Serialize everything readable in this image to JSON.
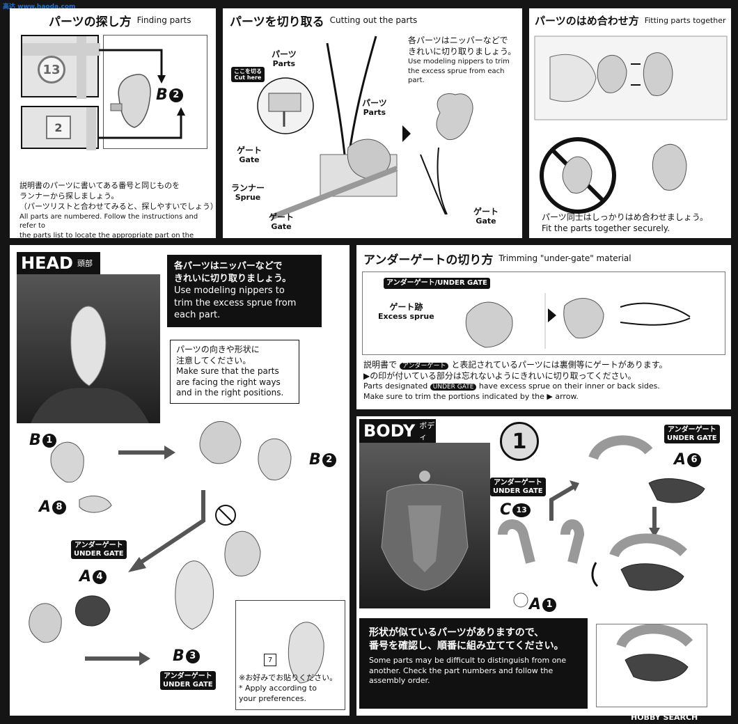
{
  "watermark_top": "高达 www.haoda.com",
  "watermark_bottom": "HOBBY SEARCH",
  "finding": {
    "title_ja": "パーツの探し方",
    "title_en": "Finding parts",
    "part_13": "13",
    "part_2": "2",
    "ref_letter": "B",
    "ref_num": "2",
    "ja1": "説明書のパーツに書いてある番号と同じものを",
    "ja2": "ランナーから探しましょう。",
    "ja3": "（パーツリストと合わせてみると、探しやすいでしょう）",
    "en1": "All parts are numbered. Follow the instructions and refer to",
    "en2": "the parts list to locate the appropriate part on the sprues."
  },
  "cutting": {
    "title_ja": "パーツを切り取る",
    "title_en": "Cutting out the parts",
    "parts_ja": "パーツ",
    "parts_en": "Parts",
    "cut_ja": "ここを切る",
    "cut_en": "Cut here",
    "gate_ja": "ゲート",
    "gate_en": "Gate",
    "runner_ja": "ランナー",
    "runner_en": "Sprue",
    "parts2_ja": "パーツ",
    "parts2_en": "Parts",
    "gate2_ja": "ゲート",
    "gate2_en": "Gate",
    "gate3_ja": "ゲート",
    "gate3_en": "Gate",
    "desc_ja1": "各パーツはニッパーなどで",
    "desc_ja2": "きれいに切り取りましょう。",
    "desc_en1": "Use modeling nippers to trim",
    "desc_en2": "the excess sprue from each",
    "desc_en3": "part."
  },
  "fitting": {
    "title_ja": "パーツのはめ合わせ方",
    "title_en": "Fitting parts together",
    "ja": "パーツ同士はしっかりはめ合わせましょう。",
    "en": "Fit the parts together securely."
  },
  "head": {
    "title_en": "HEAD",
    "title_ja": "頭部",
    "box_ja1": "各パーツはニッパーなどで",
    "box_ja2": "きれいに切り取りましょう。",
    "box_en1": "Use modeling nippers to",
    "box_en2": "trim the excess sprue from",
    "box_en3": "each part.",
    "note_ja1": "パーツの向きや形状に",
    "note_ja2": "注意してください。",
    "note_en1": "Make sure that the parts",
    "note_en2": "are facing the right ways",
    "note_en3": "and in the right positions.",
    "b1_l": "B",
    "b1_n": "1",
    "a8_l": "A",
    "a8_n": "8",
    "b2_l": "B",
    "b2_n": "2",
    "a4_l": "A",
    "a4_n": "4",
    "b3_l": "B",
    "b3_n": "3",
    "ug_ja": "アンダーゲート",
    "ug_en": "UNDER GATE",
    "ug2_ja": "アンダーゲート",
    "ug2_en": "UNDER GATE",
    "sticker_num": "7",
    "sticker_ja": "※お好みでお貼りください。",
    "sticker_en1": "* Apply according to",
    "sticker_en2": "your preferences."
  },
  "undergate": {
    "title_ja": "アンダーゲートの切り方",
    "title_en": "Trimming \"under-gate\" material",
    "tag": "アンダーゲート/UNDER GATE",
    "excess_ja": "ゲート跡",
    "excess_en": "Excess sprue",
    "line1_a": "説明書で",
    "line1_tag": "アンダーゲート",
    "line1_b": "と表記されているパーツには裏側等にゲートがあります。",
    "line2": "▶の印が付いている部分は忘れないようにきれいに切り取ってください。",
    "line3_a": "Parts designated",
    "line3_tag": "UNDER GATE",
    "line3_b": "have excess sprue on their inner or back sides.",
    "line4": "Make sure to trim the portions indicated by the ▶ arrow."
  },
  "body": {
    "title_en": "BODY",
    "title_ja": "ボディ",
    "step": "1",
    "ug_ja": "アンダーゲート",
    "ug_en": "UNDER GATE",
    "c13_l": "C",
    "c13_n": "13",
    "a1_l": "A",
    "a1_n": "1",
    "ug2_ja": "アンダーゲート",
    "ug2_en": "UNDER GATE",
    "a6_l": "A",
    "a6_n": "6",
    "box_ja1": "形状が似ているパーツがありますので、",
    "box_ja2": "番号を確認し、順番に組み立ててください。",
    "box_en1": "Some parts may be difficult to distinguish from one",
    "box_en2": "another. Check the part numbers and follow the",
    "box_en3": "assembly order."
  }
}
